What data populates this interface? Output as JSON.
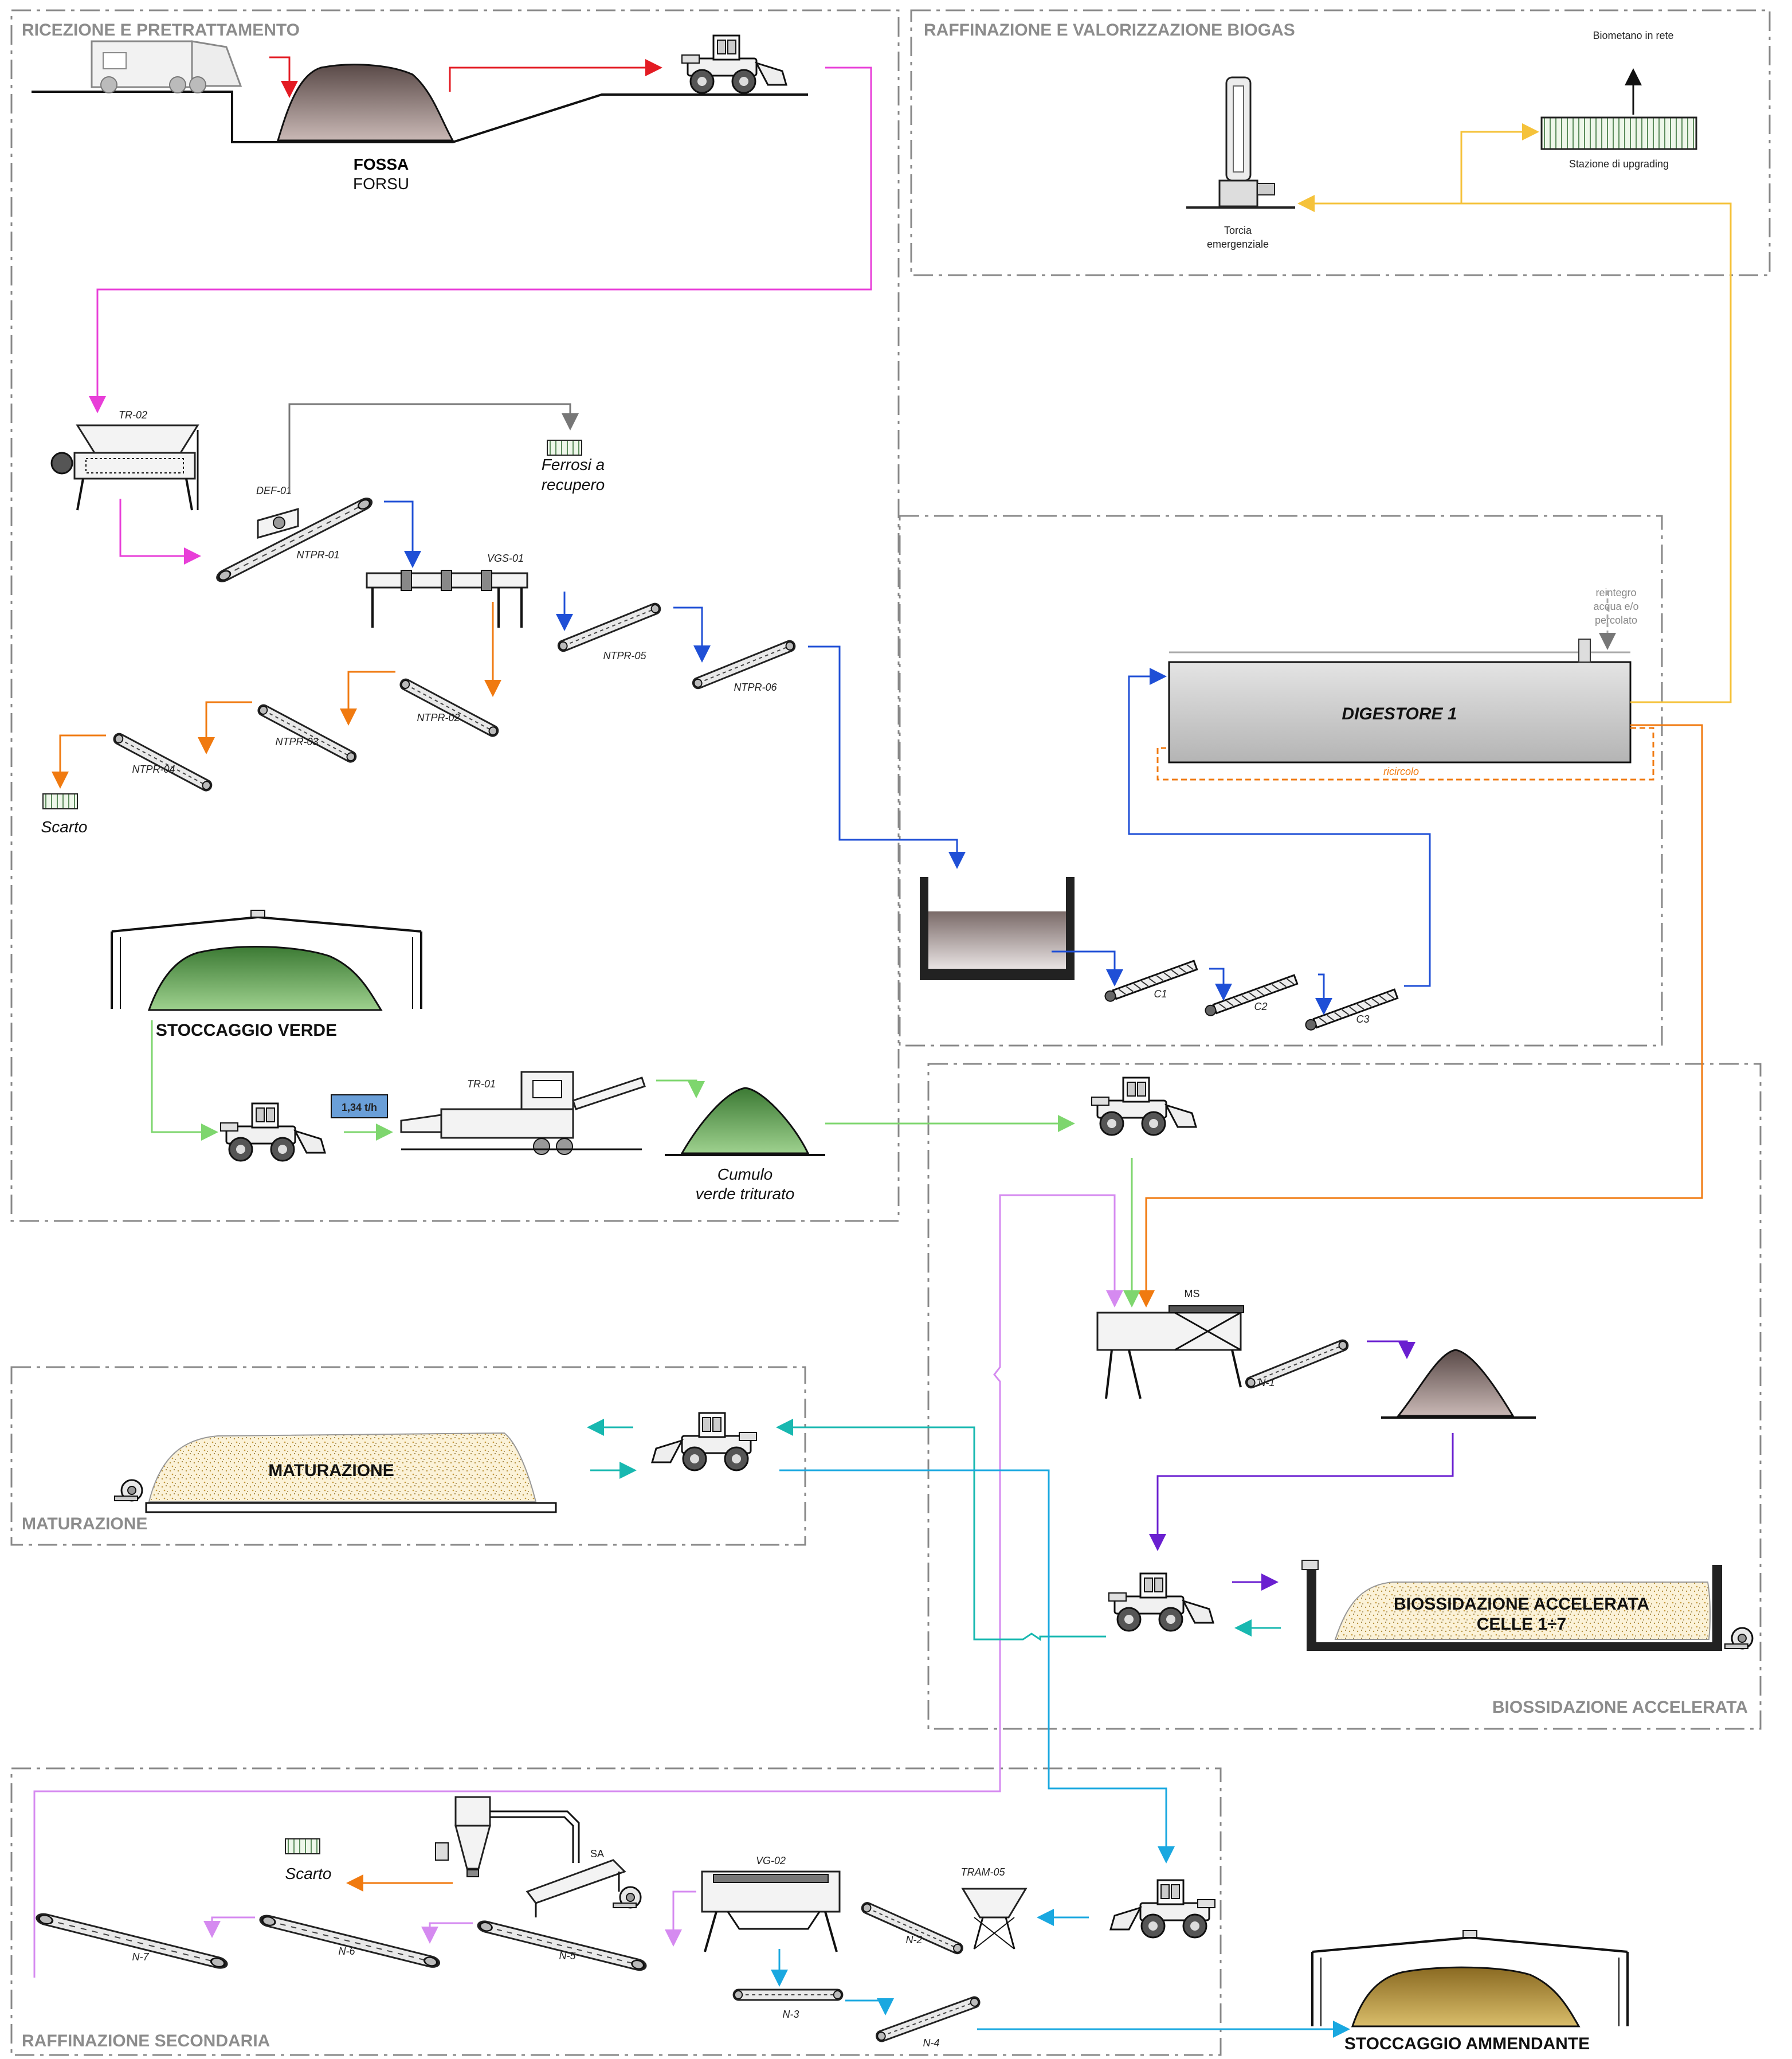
{
  "sections": {
    "reception": "RICEZIONE E PRETRATTAMENTO",
    "biogas": "RAFFINAZIONE E VALORIZZAZIONE BIOGAS",
    "maturation": "MATURAZIONE",
    "biox": "BIOSSIDAZIONE ACCELERATA",
    "refining": "RAFFINAZIONE SECONDARIA"
  },
  "labels": {
    "fossa": "FOSSA",
    "forsu": "FORSU",
    "tr02": "TR-02",
    "def01": "DEF-01",
    "ntpr01": "NTPR-01",
    "vgs01": "VGS-01",
    "ntpr05": "NTPR-05",
    "ntpr06": "NTPR-06",
    "ntpr02": "NTPR-02",
    "ntpr03": "NTPR-03",
    "ntpr04": "NTPR-04",
    "ferrosi1": "Ferrosi a",
    "ferrosi2": "recupero",
    "scarto1": "Scarto",
    "stoccaggio_verde": "STOCCAGGIO VERDE",
    "rate": "1,34 t/h",
    "tr01": "TR-01",
    "cumulo1": "Cumulo",
    "cumulo2": "verde triturato",
    "biometano": "Biometano in rete",
    "upgrading": "Stazione di upgrading",
    "torcia1": "Torcia",
    "torcia2": "emergenziale",
    "reintegro1": "reintegro",
    "reintegro2": "acqua e/o",
    "reintegro3": "percolato",
    "digestore": "DIGESTORE 1",
    "ricircolo": "ricircolo",
    "c1": "C1",
    "c2": "C2",
    "c3": "C3",
    "ms": "MS",
    "n1": "N-1",
    "maturazione": "MATURAZIONE",
    "biox1": "BIOSSIDAZIONE ACCELERATA",
    "biox2": "CELLE 1÷7",
    "scarto2": "Scarto",
    "sa": "SA",
    "vg02": "VG-02",
    "tram05": "TRAM-05",
    "n2": "N-2",
    "n3": "N-3",
    "n4": "N-4",
    "n5": "N-5",
    "n6": "N-6",
    "n7": "N-7",
    "stoccaggio_ammendante": "STOCCAGGIO AMMENDANTE"
  },
  "colors": {
    "red": "#e31b23",
    "magenta": "#e83fd8",
    "gray": "#777777",
    "blue": "#1f4fd6",
    "orange": "#f07a10",
    "green": "#7ed66e",
    "yellow": "#f5c23a",
    "violet": "#6a1fd0",
    "lilac": "#d58af0",
    "teal": "#18b8b0",
    "cyan": "#1aa8e0",
    "rate_box": "#6a9fd8",
    "frame": "#888888"
  }
}
